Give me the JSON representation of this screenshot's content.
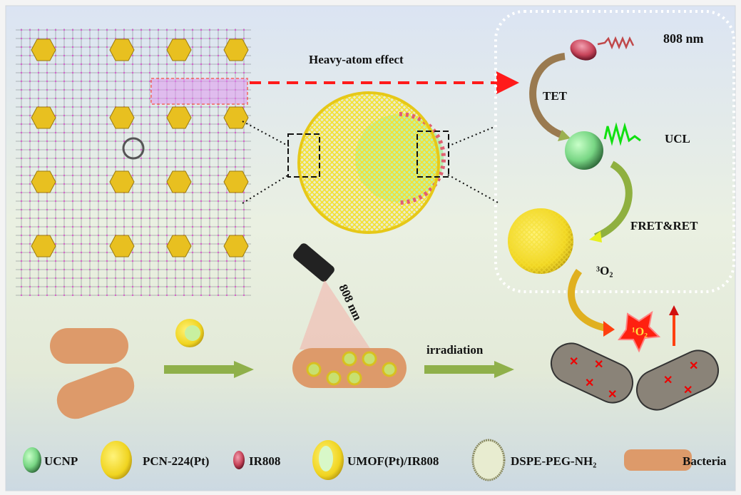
{
  "labels": {
    "heavy_atom": "Heavy-atom effect",
    "wavelength_top": "808 nm",
    "tet": "TET",
    "ucl": "UCL",
    "fret": "FRET&RET",
    "triplet_o2": "³O₂",
    "singlet_o2": "¹O₂",
    "laser_wavelength": "808 nm",
    "irradiation": "irradiation"
  },
  "legend": [
    {
      "label": "UCNP",
      "icon": "ucnp-sphere"
    },
    {
      "label": "PCN-224(Pt)",
      "icon": "mof-cage"
    },
    {
      "label": "IR808",
      "icon": "ir808-ellipsoid"
    },
    {
      "label": "UMOF(Pt)/IR808",
      "icon": "umof-nanoparticle"
    },
    {
      "label": "DSPE-PEG-NH₂",
      "icon": "lipid-shell"
    },
    {
      "label": "Bacteria",
      "icon": "bacterium"
    }
  ],
  "colors": {
    "mof_yellow": "#f3dc2a",
    "ucnp_green": "#7ee08a",
    "ir808_red": "#c8445a",
    "bacteria": "#dd9a6a",
    "arrow_green": "#8fb04a",
    "dashed_red": "#ff1a1a"
  }
}
